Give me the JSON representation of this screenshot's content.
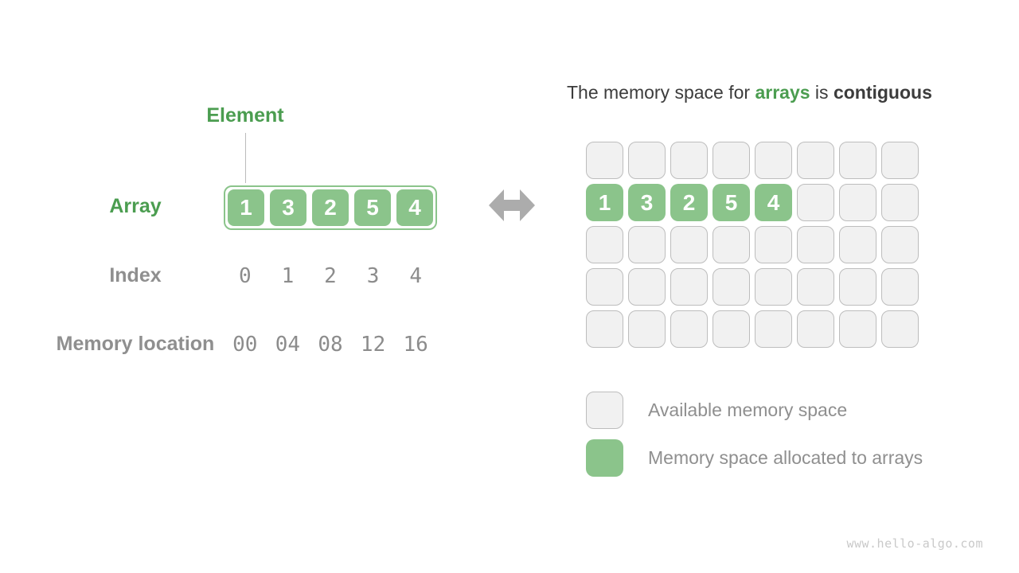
{
  "colors": {
    "green_text": "#4B9D50",
    "green_fill": "#8BC48B",
    "cell_gray_fill": "#F1F1F1",
    "cell_gray_border": "#BDBDBD",
    "label_gray": "#8F8F8F",
    "mono_gray": "#8C8C8C",
    "title_dark": "#3C3C3C",
    "arrow_gray": "#ACACAC",
    "watermark_gray": "#C9C9C9",
    "line_gray": "#BBBBBB"
  },
  "left_panel": {
    "element_label": "Element",
    "array_label": "Array",
    "index_label": "Index",
    "memory_label": "Memory location",
    "array_values": [
      "1",
      "3",
      "2",
      "5",
      "4"
    ],
    "index_values": [
      "0",
      "1",
      "2",
      "3",
      "4"
    ],
    "memory_values": [
      "00",
      "04",
      "08",
      "12",
      "16"
    ]
  },
  "arrow_icon": "left-right-double-arrow",
  "right_panel": {
    "title": {
      "prefix": "The memory space for ",
      "highlight": "arrays",
      "middle": " is ",
      "emphasis": "contiguous"
    },
    "memory_grid": {
      "rows": 5,
      "cols": 8,
      "allocated_row_index": 1,
      "allocated_values": [
        "1",
        "3",
        "2",
        "5",
        "4"
      ]
    },
    "legend": [
      {
        "swatch": "available",
        "label": "Available memory space"
      },
      {
        "swatch": "allocated",
        "label": "Memory space allocated to arrays"
      }
    ]
  },
  "watermark": "www.hello-algo.com"
}
